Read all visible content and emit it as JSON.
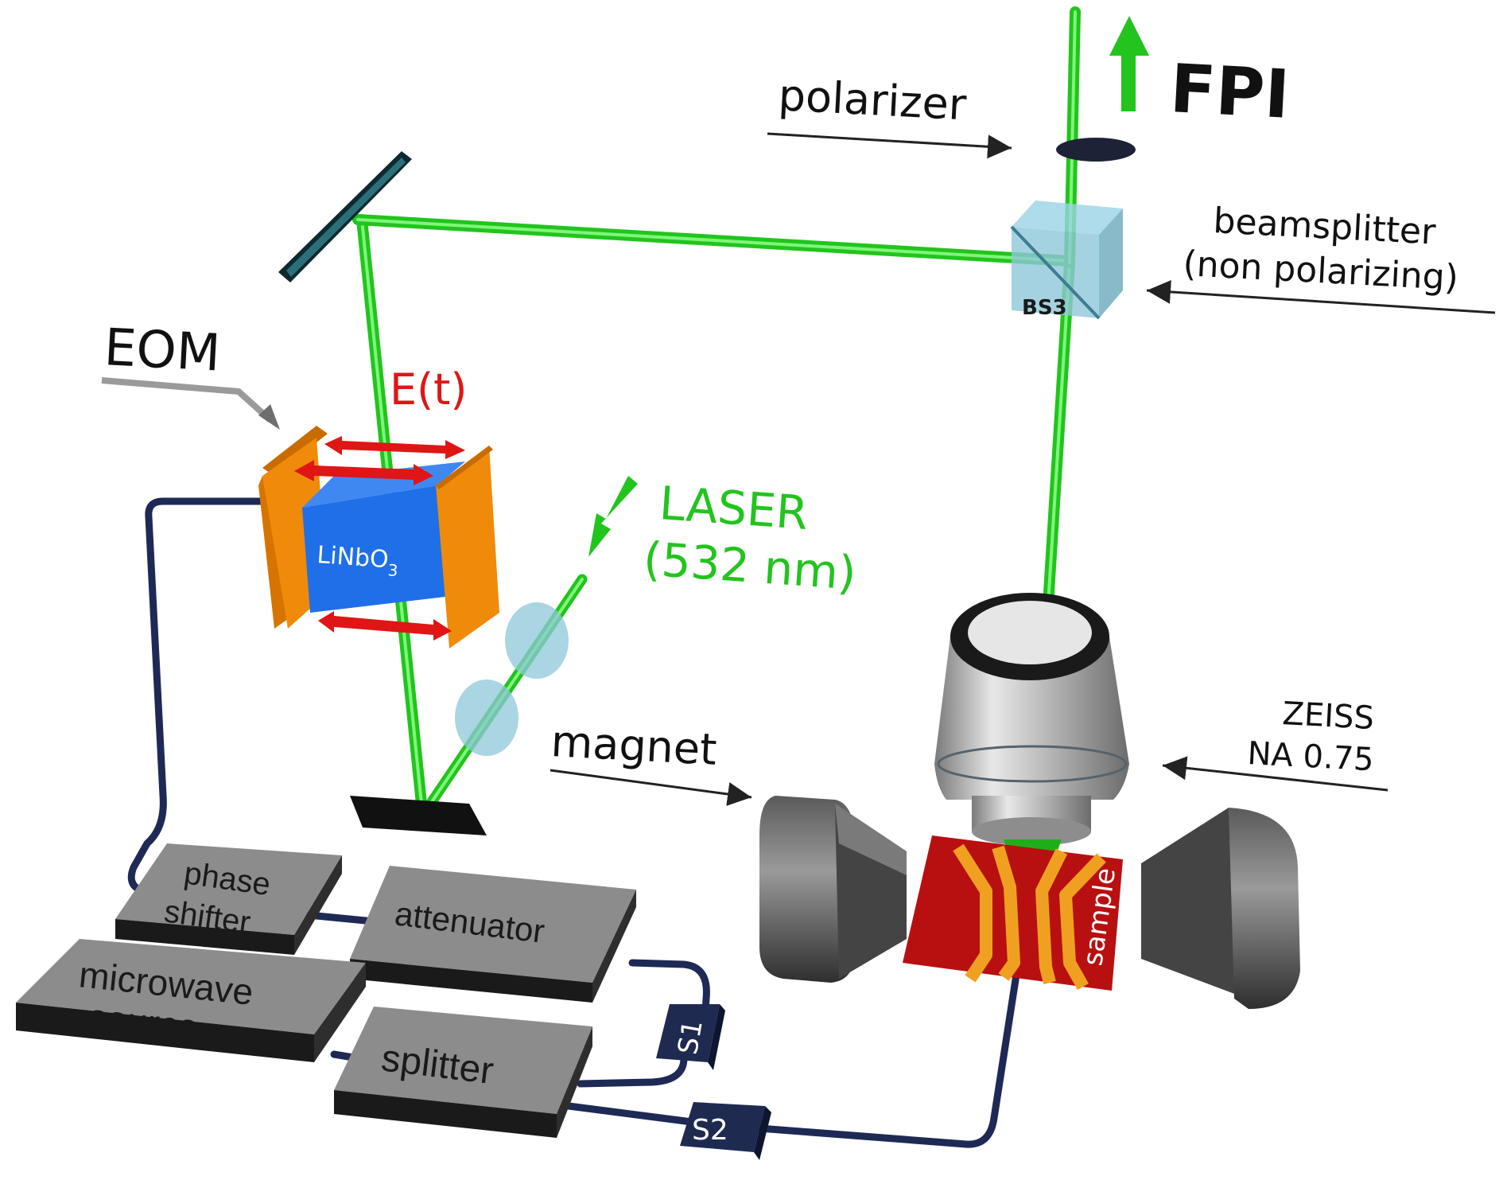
{
  "labels": {
    "fpi": "FPI",
    "polarizer": "polarizer",
    "beamsplitter_line1": "beamsplitter",
    "beamsplitter_line2": "(non polarizing)",
    "bs3": "BS3",
    "eom": "EOM",
    "field": "E(t)",
    "crystal_main": "LiNbO",
    "crystal_sub": "3",
    "laser_line1": "LASER",
    "laser_line2": "(532 nm)",
    "objective_line1": "ZEISS",
    "objective_line2": "NA 0.75",
    "magnet": "magnet",
    "sample": "sample",
    "phase_shifter_line1": "phase",
    "phase_shifter_line2": "shifter",
    "attenuator": "attenuator",
    "microwave_line1": "microwave",
    "microwave_line2": "source",
    "splitter": "splitter",
    "s1": "S1",
    "s2": "S2"
  },
  "colors": {
    "beam": "#22c41d",
    "beam_light": "#6ff06a",
    "field_arrow": "#e01515",
    "crystal": "#1f6fe8",
    "electrode": "#f08a0a",
    "cable": "#1e2a55",
    "box": "#8c8c8c",
    "sample_substrate": "#b81010",
    "sample_contacts": "#f0a020",
    "optic_glass": "#8ec7d9"
  }
}
